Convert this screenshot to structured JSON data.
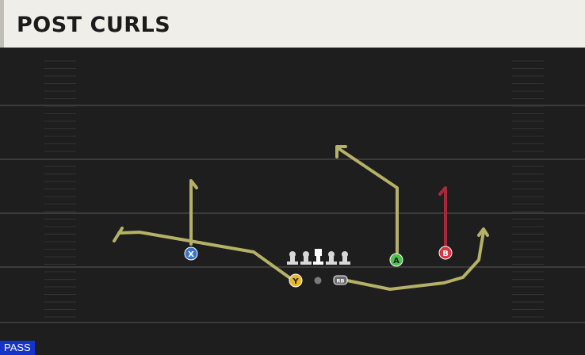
{
  "play": {
    "name": "POST CURLS",
    "mode_badge": "PASS"
  },
  "colors": {
    "field": "#1e1e1e",
    "yard_line": "#3b3b3b",
    "route": "#b5b267",
    "route_hot": "#a8283a",
    "header_bg": "#f0eee8",
    "badge_bg": "#1633c9"
  },
  "players": {
    "X": {
      "label": "X",
      "color": "#3a76c8"
    },
    "Y": {
      "label": "Y",
      "color": "#e6b82c"
    },
    "A": {
      "label": "A",
      "color": "#4cc24a"
    },
    "B": {
      "label": "B",
      "color": "#d9343f"
    },
    "RB": {
      "label": "RB",
      "color": "#6b6b6b"
    }
  }
}
